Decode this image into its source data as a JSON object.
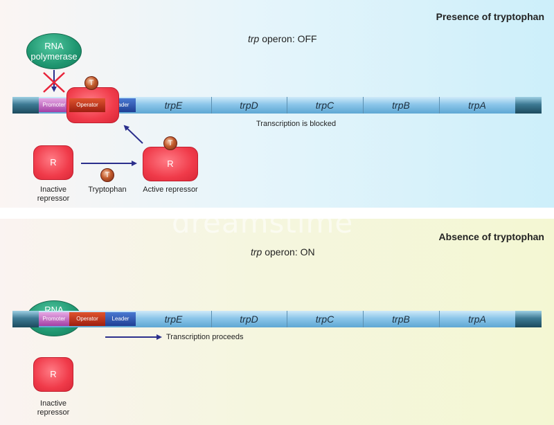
{
  "top": {
    "heading": "Presence of tryptophan",
    "state_italic": "trp",
    "state_rest": " operon: OFF",
    "polymerase": "RNA polymerase",
    "regions": {
      "promoter": "Promoter",
      "operator": "Operator",
      "leader": "Leader"
    },
    "genes": [
      "trpE",
      "trpD",
      "trpC",
      "trpB",
      "trpA"
    ],
    "blocked_note": "Transcription is blocked",
    "bound_trp": "T",
    "inactive_symbol": "R",
    "inactive_caption": "Inactive repressor",
    "trp_symbol": "T",
    "trp_caption": "Tryptophan",
    "active_symbol": "R",
    "active_trp": "T",
    "active_caption": "Active repressor"
  },
  "bottom": {
    "heading": "Absence of tryptophan",
    "state_italic": "trp",
    "state_rest": " operon: ON",
    "polymerase": "RNA",
    "regions": {
      "promoter": "Promoter",
      "operator": "Operator",
      "leader": "Leader"
    },
    "genes": [
      "trpE",
      "trpD",
      "trpC",
      "trpB",
      "trpA"
    ],
    "proceeds_note": "Transcription proceeds",
    "inactive_symbol": "R",
    "inactive_caption": "Inactive repressor"
  },
  "watermark": "dreamstime",
  "colors": {
    "polymerase": "#1f9670",
    "repressor": "#f03b4a",
    "tryptophan": "#a34524",
    "arrow": "#2b2f8c",
    "cross": "#e8243a"
  }
}
